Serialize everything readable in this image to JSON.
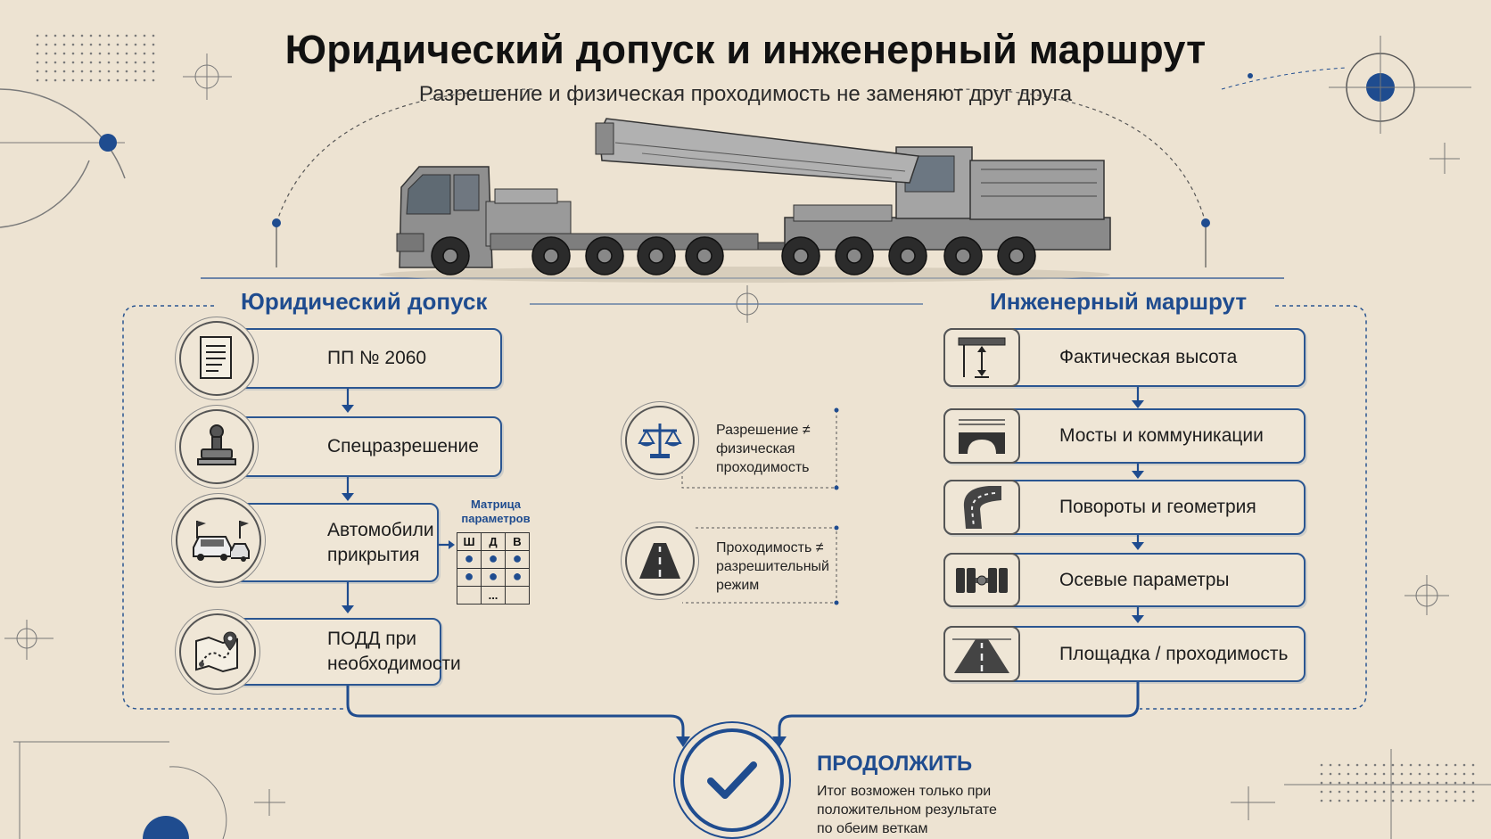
{
  "header": {
    "title": "Юридический допуск и инженерный маршрут",
    "subtitle": "Разрешение и физическая проходимость не заменяют друг друга"
  },
  "legal": {
    "title": "Юридический допуск",
    "items": [
      {
        "label": "ПП № 2060",
        "icon": "document-icon"
      },
      {
        "label": "Спецразрешение",
        "icon": "stamp-icon"
      },
      {
        "label": "Автомобили прикрытия",
        "icon": "escort-cars-icon"
      },
      {
        "label": "ПОДД при необходимости",
        "icon": "route-map-icon"
      }
    ]
  },
  "matrix": {
    "title_line1": "Матрица",
    "title_line2": "параметров",
    "headers": [
      "Ш",
      "Д",
      "В"
    ],
    "last_row_filler": "..."
  },
  "middle": {
    "notes": [
      {
        "line1": "Разрешение ≠",
        "line2": "физическая",
        "line3": "проходимость",
        "icon": "scales-icon"
      },
      {
        "line1": "Проходимость ≠",
        "line2": "разрешительный",
        "line3": "режим",
        "icon": "road-icon"
      }
    ]
  },
  "engineering": {
    "title": "Инженерный маршрут",
    "items": [
      {
        "label": "Фактическая высота",
        "icon": "height-clearance-icon"
      },
      {
        "label": "Мосты и коммуникации",
        "icon": "bridge-icon"
      },
      {
        "label": "Повороты и геометрия",
        "icon": "curve-road-icon"
      },
      {
        "label": "Осевые параметры",
        "icon": "axle-icon"
      },
      {
        "label": "Площадка / проходимость",
        "icon": "road-perspective-icon"
      }
    ]
  },
  "result": {
    "title": "ПРОДОЛЖИТЬ",
    "line1": "Итог возможен только при",
    "line2": "положительном результате",
    "line3": "по обеим веткам"
  },
  "colors": {
    "background": "#ede3d2",
    "accent_blue": "#1f4c8f",
    "box_border": "#2b5691"
  }
}
